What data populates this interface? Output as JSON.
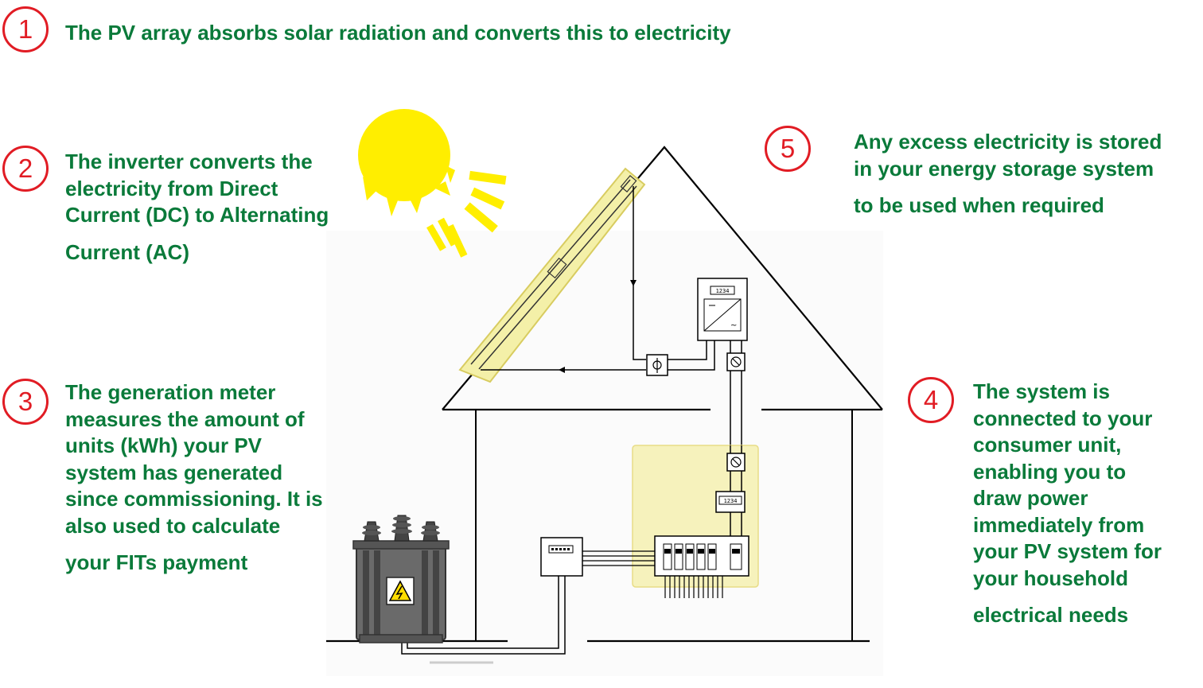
{
  "colors": {
    "step_number": "#e11c24",
    "step_text": "#0a7a3a",
    "sun": "#ffee00",
    "panel_fill": "#f4f0a8",
    "panel_stroke": "#d8cc60",
    "highlight_box": "#f6f2bc",
    "line": "#000000"
  },
  "steps": [
    {
      "number": "1",
      "lines": [
        "The PV array absorbs solar radiation and converts this to electricity"
      ]
    },
    {
      "number": "2",
      "lines": [
        "The inverter converts the",
        "electricity from Direct",
        "Current (DC) to Alternating",
        "Current (AC)"
      ]
    },
    {
      "number": "3",
      "lines": [
        "The generation meter",
        "measures the amount of",
        "units (kWh) your PV",
        "system has generated",
        "since commissioning. It is",
        "also used to calculate",
        "your FITs payment"
      ]
    },
    {
      "number": "4",
      "lines": [
        "The system is",
        "connected to your",
        "consumer unit,",
        "enabling you to",
        "draw power",
        "immediately from",
        "your PV system for",
        "your household",
        "electrical needs"
      ]
    },
    {
      "number": "5",
      "lines": [
        "Any excess electricity is stored",
        "in your energy storage system",
        "to be used when required"
      ]
    }
  ],
  "diagram": {
    "inverter_display": "1234",
    "meter_display": "1234",
    "icons": [
      "sun-icon",
      "solar-panel-icon",
      "inverter-icon",
      "isolator-switch-icon",
      "generation-meter-icon",
      "consumer-unit-icon",
      "supply-meter-icon",
      "transformer-icon",
      "high-voltage-warning-icon"
    ]
  }
}
